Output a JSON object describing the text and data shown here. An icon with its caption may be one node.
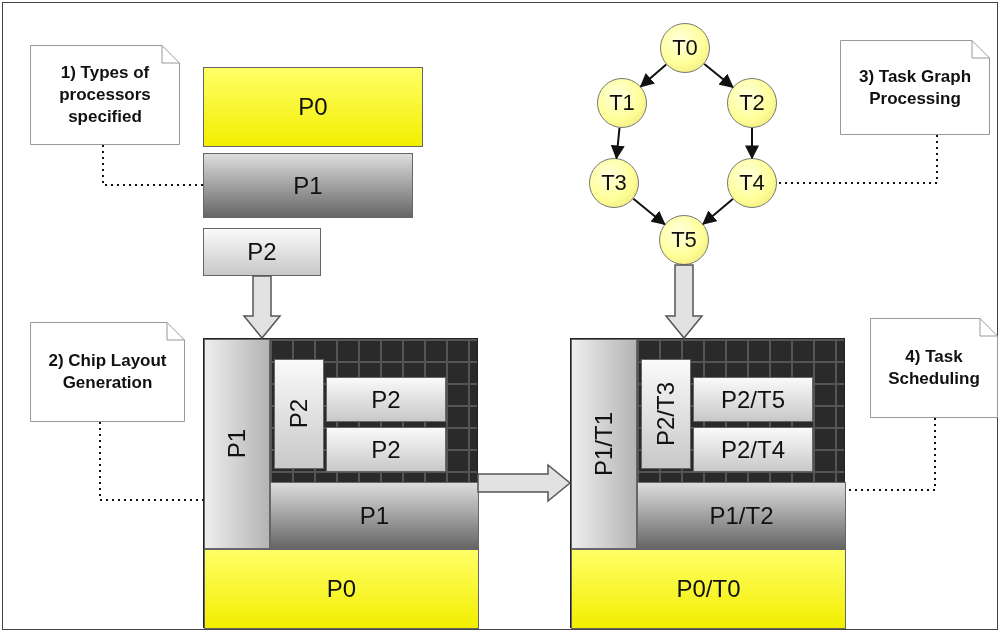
{
  "diagram": {
    "nodes": [
      {
        "text": [
          "1) Types of processors specified"
        ]
      },
      {
        "text": [
          "P0"
        ]
      },
      {
        "text": [
          "P1"
        ]
      },
      {
        "text": [
          "P2"
        ]
      },
      {
        "text": [
          "T0"
        ]
      },
      {
        "text": [
          "T1"
        ]
      },
      {
        "text": [
          "T2"
        ]
      },
      {
        "text": [
          "T3"
        ]
      },
      {
        "text": [
          "T4"
        ]
      },
      {
        "text": [
          "T5"
        ]
      },
      {
        "text": [
          "3) Task Graph Processing"
        ]
      },
      {
        "text": [
          "2) Chip Layout Generation"
        ]
      },
      {
        "text": [],
        "shape": "box"
      },
      {
        "text": [
          "P1"
        ],
        "in": 12
      },
      {
        "text": [
          "P2"
        ],
        "in": 12
      },
      {
        "text": [
          "P2"
        ],
        "in": 12
      },
      {
        "text": [
          "P2"
        ],
        "in": 12
      },
      {
        "text": [
          "P1"
        ],
        "in": 12
      },
      {
        "text": [
          "P0"
        ],
        "in": 12
      },
      {
        "text": [],
        "shape": "box"
      },
      {
        "text": [
          "P1/T1"
        ],
        "in": 19
      },
      {
        "text": [
          "P2/T3"
        ],
        "in": 19
      },
      {
        "text": [
          "P2/T5"
        ],
        "in": 19
      },
      {
        "text": [
          "P2/T4"
        ],
        "in": 19
      },
      {
        "text": [
          "P1/T2"
        ],
        "in": 19
      },
      {
        "text": [
          "P0/T0"
        ],
        "in": 19
      },
      {
        "text": [
          "4) Task Scheduling"
        ]
      }
    ],
    "edges": [
      {
        "from": 4,
        "to": 5,
        "arrow": "to"
      },
      {
        "from": 4,
        "to": 6,
        "arrow": "to"
      },
      {
        "from": 5,
        "to": 7,
        "arrow": "to"
      },
      {
        "from": 6,
        "to": 8,
        "arrow": "to"
      },
      {
        "from": 7,
        "to": 9,
        "arrow": "to"
      },
      {
        "from": 8,
        "to": 9,
        "arrow": "to"
      },
      {
        "from": 0,
        "to": 2,
        "arrow": "none",
        "style": "dashed"
      },
      {
        "from": 10,
        "to": 8,
        "arrow": "none",
        "style": "dashed"
      },
      {
        "from": 11,
        "to": 12,
        "arrow": "none",
        "style": "dashed"
      },
      {
        "from": 26,
        "to": 19,
        "arrow": "none",
        "style": "dashed"
      },
      {
        "from": 3,
        "to": 12,
        "arrow": "to",
        "style": "thick"
      },
      {
        "from": 9,
        "to": 19,
        "arrow": "to",
        "style": "thick"
      },
      {
        "from": 12,
        "to": 19,
        "arrow": "to",
        "style": "thick"
      }
    ]
  }
}
